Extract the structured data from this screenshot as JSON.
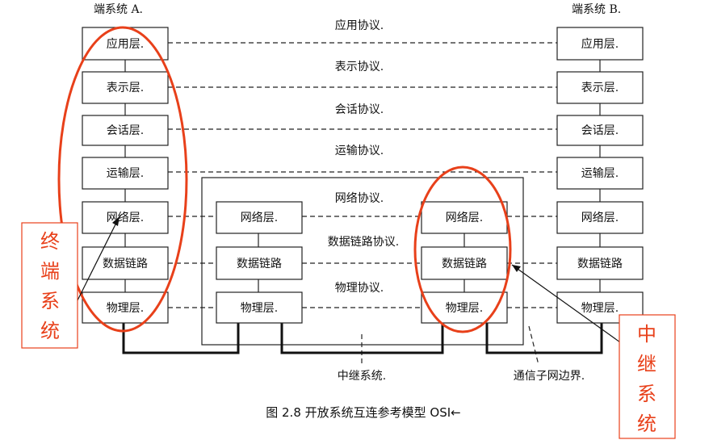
{
  "diagram": {
    "end_system_a": "端系统 A.",
    "end_system_b": "端系统 B.",
    "layers": {
      "application": "应用层.",
      "presentation": "表示层.",
      "session": "会话层.",
      "transport": "运输层.",
      "network": "网络层.",
      "datalink": "数据链路",
      "physical": "物理层."
    },
    "protocols": {
      "application": "应用协议.",
      "presentation": "表示协议.",
      "session": "会话协议.",
      "transport": "运输协议.",
      "network": "网络协议.",
      "datalink": "数据链路协议.",
      "physical": "物理协议."
    },
    "relay_system": "中继系统.",
    "subnet_boundary": "通信子网边界.",
    "caption": "图 2.8  开放系统互连参考模型 OSI←",
    "terminal_label": "终\n端\n系\n统",
    "terminal_chars": [
      "终",
      "端",
      "系",
      "统"
    ],
    "relay_chars": [
      "中",
      "继",
      "系",
      "统"
    ],
    "accent_color": "#e8401a"
  }
}
